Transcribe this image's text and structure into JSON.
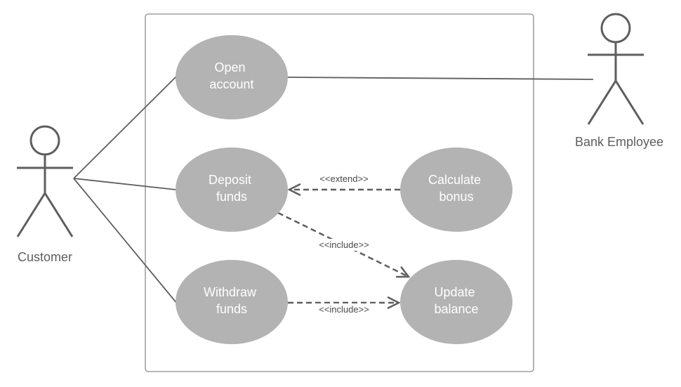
{
  "colors": {
    "ellipse_fill": "#b3b3b3",
    "stroke": "#5e5e5e",
    "boundary": "#8c8c8c",
    "text_light": "#ffffff"
  },
  "actors": {
    "customer": {
      "name": "Customer"
    },
    "bank_employee": {
      "name": "Bank Employee"
    }
  },
  "use_cases": {
    "open_account": {
      "line1": "Open",
      "line2": "account"
    },
    "deposit_funds": {
      "line1": "Deposit",
      "line2": "funds"
    },
    "withdraw_funds": {
      "line1": "Withdraw",
      "line2": "funds"
    },
    "calculate_bonus": {
      "line1": "Calculate",
      "line2": "bonus"
    },
    "update_balance": {
      "line1": "Update",
      "line2": "balance"
    }
  },
  "relations": {
    "extend_label": "<<extend>>",
    "include_deposit_label": "<<include>>",
    "include_withdraw_label": "<<include>>"
  }
}
